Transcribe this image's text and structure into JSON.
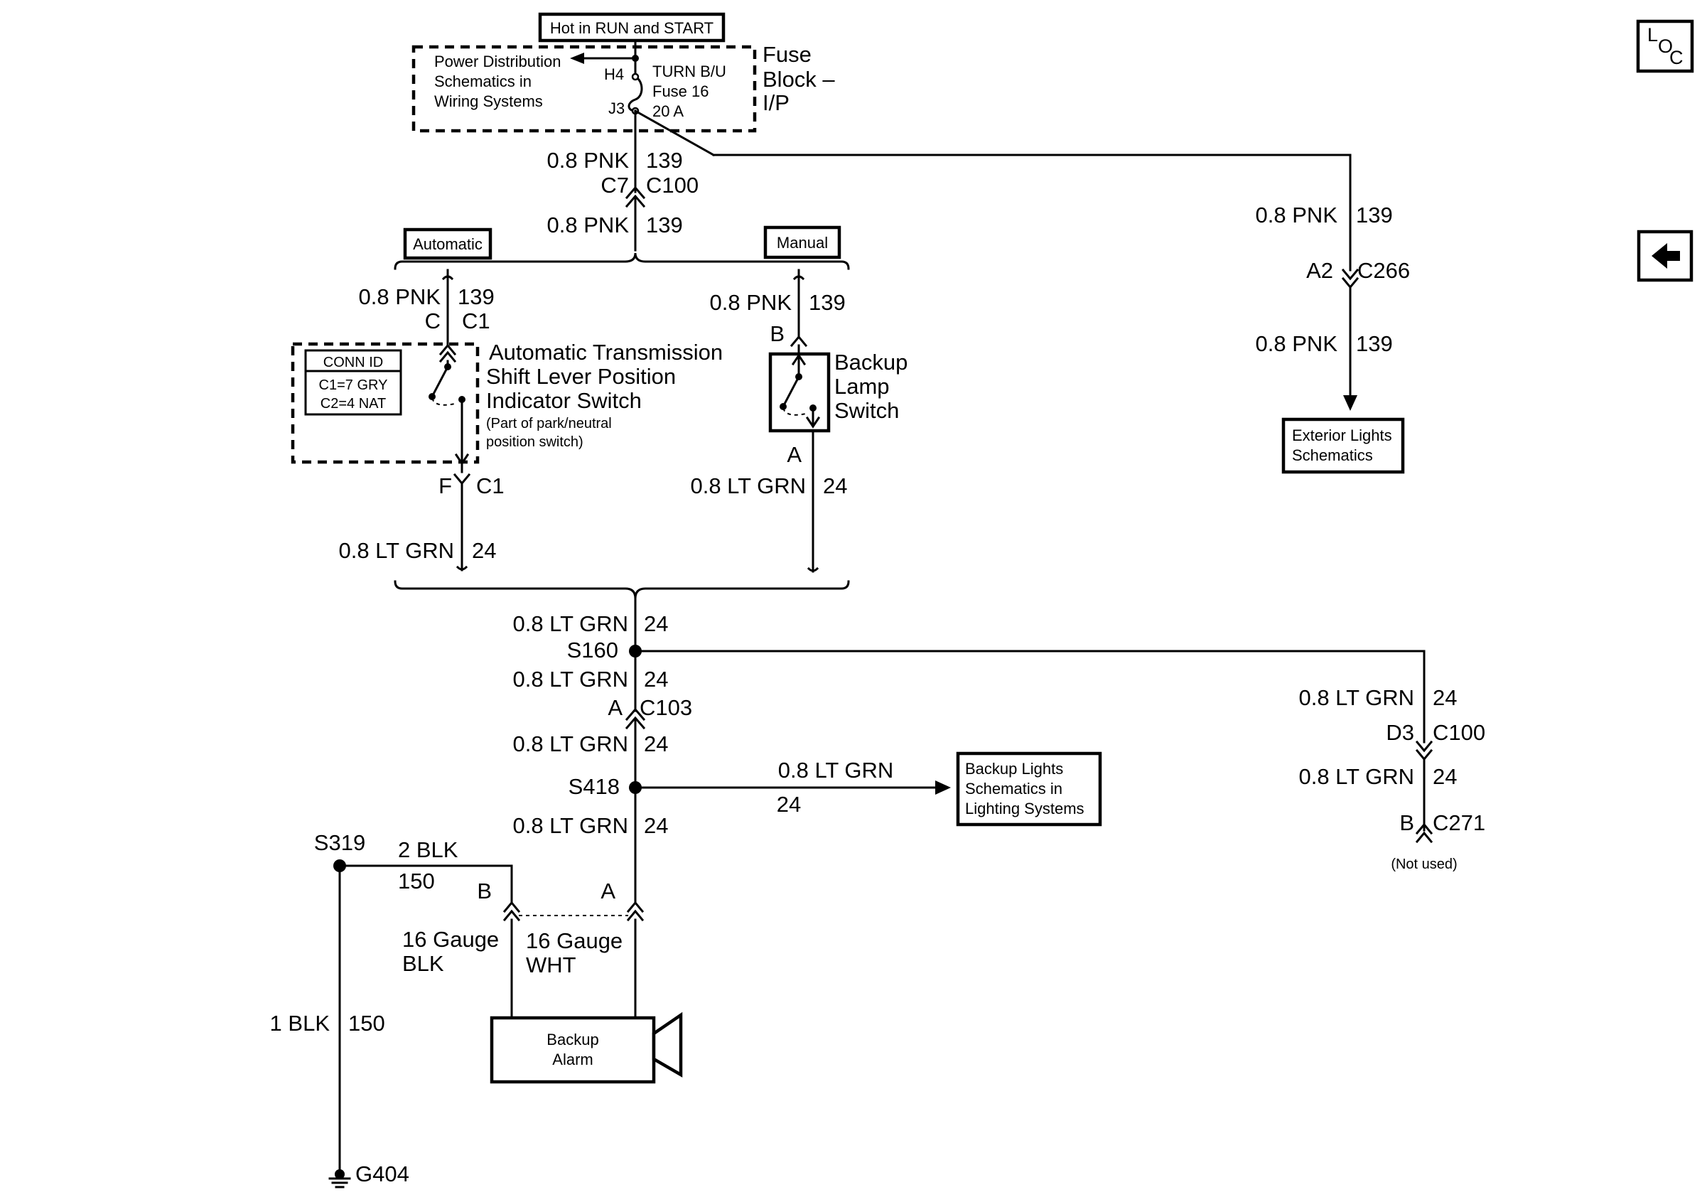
{
  "header": {
    "hot_label": "Hot in RUN and START"
  },
  "fuse_block": {
    "pd_line1": "Power Distribution",
    "pd_line2": "Schematics in",
    "pd_line3": "Wiring Systems",
    "pin_h4": "H4",
    "pin_j3": "J3",
    "fuse_line1": "TURN B/U",
    "fuse_line2": "Fuse 16",
    "fuse_line3": "20 A",
    "name_line1": "Fuse",
    "name_line2": "Block –",
    "name_line3": "I/P"
  },
  "top_wire": {
    "wire1_color": "0.8 PNK",
    "wire1_circuit": "139",
    "conn_pin": "C7",
    "conn_name": "C100",
    "wire2_color": "0.8 PNK",
    "wire2_circuit": "139"
  },
  "automatic": {
    "option_label": "Automatic",
    "wire_color": "0.8 PNK",
    "wire_circuit": "139",
    "conn_pin_top": "C",
    "conn_name_top": "C1",
    "conn_id_title": "CONN ID",
    "conn_id_line1": "C1=7 GRY",
    "conn_id_line2": "C2=4 NAT",
    "switch_line1": "Automatic Transmission",
    "switch_line2": "Shift Lever Position",
    "switch_line3": "Indicator Switch",
    "switch_note1": "(Part of park/neutral",
    "switch_note2": "position switch)",
    "conn_pin_bottom": "F",
    "conn_name_bottom": "C1",
    "out_wire_color": "0.8 LT GRN",
    "out_wire_circuit": "24"
  },
  "manual": {
    "option_label": "Manual",
    "wire_color": "0.8 PNK",
    "wire_circuit": "139",
    "pin_top": "B",
    "switch_line1": "Backup",
    "switch_line2": "Lamp",
    "switch_line3": "Switch",
    "pin_bottom": "A",
    "out_wire_color": "0.8 LT GRN",
    "out_wire_circuit": "24"
  },
  "exterior_branch": {
    "wire1_color": "0.8 PNK",
    "wire1_circuit": "139",
    "conn_pin": "A2",
    "conn_name": "C266",
    "wire2_color": "0.8 PNK",
    "wire2_circuit": "139",
    "ref_line1": "Exterior Lights",
    "ref_line2": "Schematics"
  },
  "main_trunk": {
    "wire1_color": "0.8 LT GRN",
    "wire1_circuit": "24",
    "splice1": "S160",
    "wire2_color": "0.8 LT GRN",
    "wire2_circuit": "24",
    "conn_pin": "A",
    "conn_name": "C103",
    "wire3_color": "0.8 LT GRN",
    "wire3_circuit": "24",
    "splice2": "S418",
    "wire4_color": "0.8 LT GRN",
    "wire4_circuit": "24"
  },
  "backup_lights_branch": {
    "wire_color": "0.8 LT GRN",
    "wire_circuit": "24",
    "ref_line1": "Backup Lights",
    "ref_line2": "Schematics in",
    "ref_line3": "Lighting Systems"
  },
  "s160_branch": {
    "wire1_color": "0.8 LT GRN",
    "wire1_circuit": "24",
    "conn1_pin": "D3",
    "conn1_name": "C100",
    "wire2_color": "0.8 LT GRN",
    "wire2_circuit": "24",
    "conn2_pin": "B",
    "conn2_name": "C271",
    "note": "(Not used)"
  },
  "alarm": {
    "splice": "S319",
    "blk_wire_color": "2 BLK",
    "blk_wire_circuit": "150",
    "pin_b": "B",
    "pin_a": "A",
    "gauge_blk_line1": "16 Gauge",
    "gauge_blk_line2": "BLK",
    "gauge_wht_line1": "16 Gauge",
    "gauge_wht_line2": "WHT",
    "device_line1": "Backup",
    "device_line2": "Alarm",
    "ground_wire_color": "1 BLK",
    "ground_wire_circuit": "150",
    "ground": "G404"
  },
  "nav": {
    "loc_l": "L",
    "loc_o": "O",
    "loc_c": "C",
    "back_icon": "left-arrow-icon"
  }
}
